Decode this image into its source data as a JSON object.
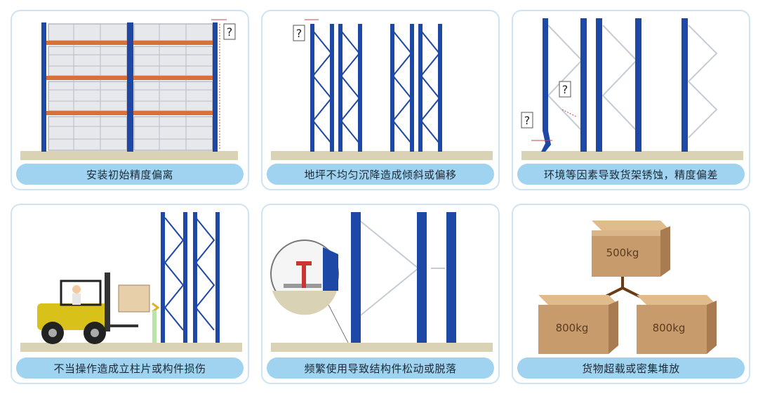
{
  "panels": [
    {
      "caption": "安装初始精度偏离",
      "marks": [
        "?"
      ]
    },
    {
      "caption": "地坪不均匀沉降造成倾斜或偏移",
      "marks": [
        "?"
      ]
    },
    {
      "caption": "环境等因素导致货架锈蚀，精度偏差",
      "marks": [
        "?",
        "?"
      ]
    },
    {
      "caption": "不当操作造成立柱片或构件损伤",
      "marks": []
    },
    {
      "caption": "频繁使用导致结构件松动或脱落",
      "marks": []
    },
    {
      "caption": "货物超载或密集堆放",
      "boxes": [
        "500kg",
        "800kg",
        "800kg"
      ]
    }
  ],
  "colors": {
    "upright": "#1d48a6",
    "beam": "#d8703a",
    "floor": "#d9d2b4",
    "caption_bg": "#9fd3ef",
    "box": "#c89b6c"
  }
}
